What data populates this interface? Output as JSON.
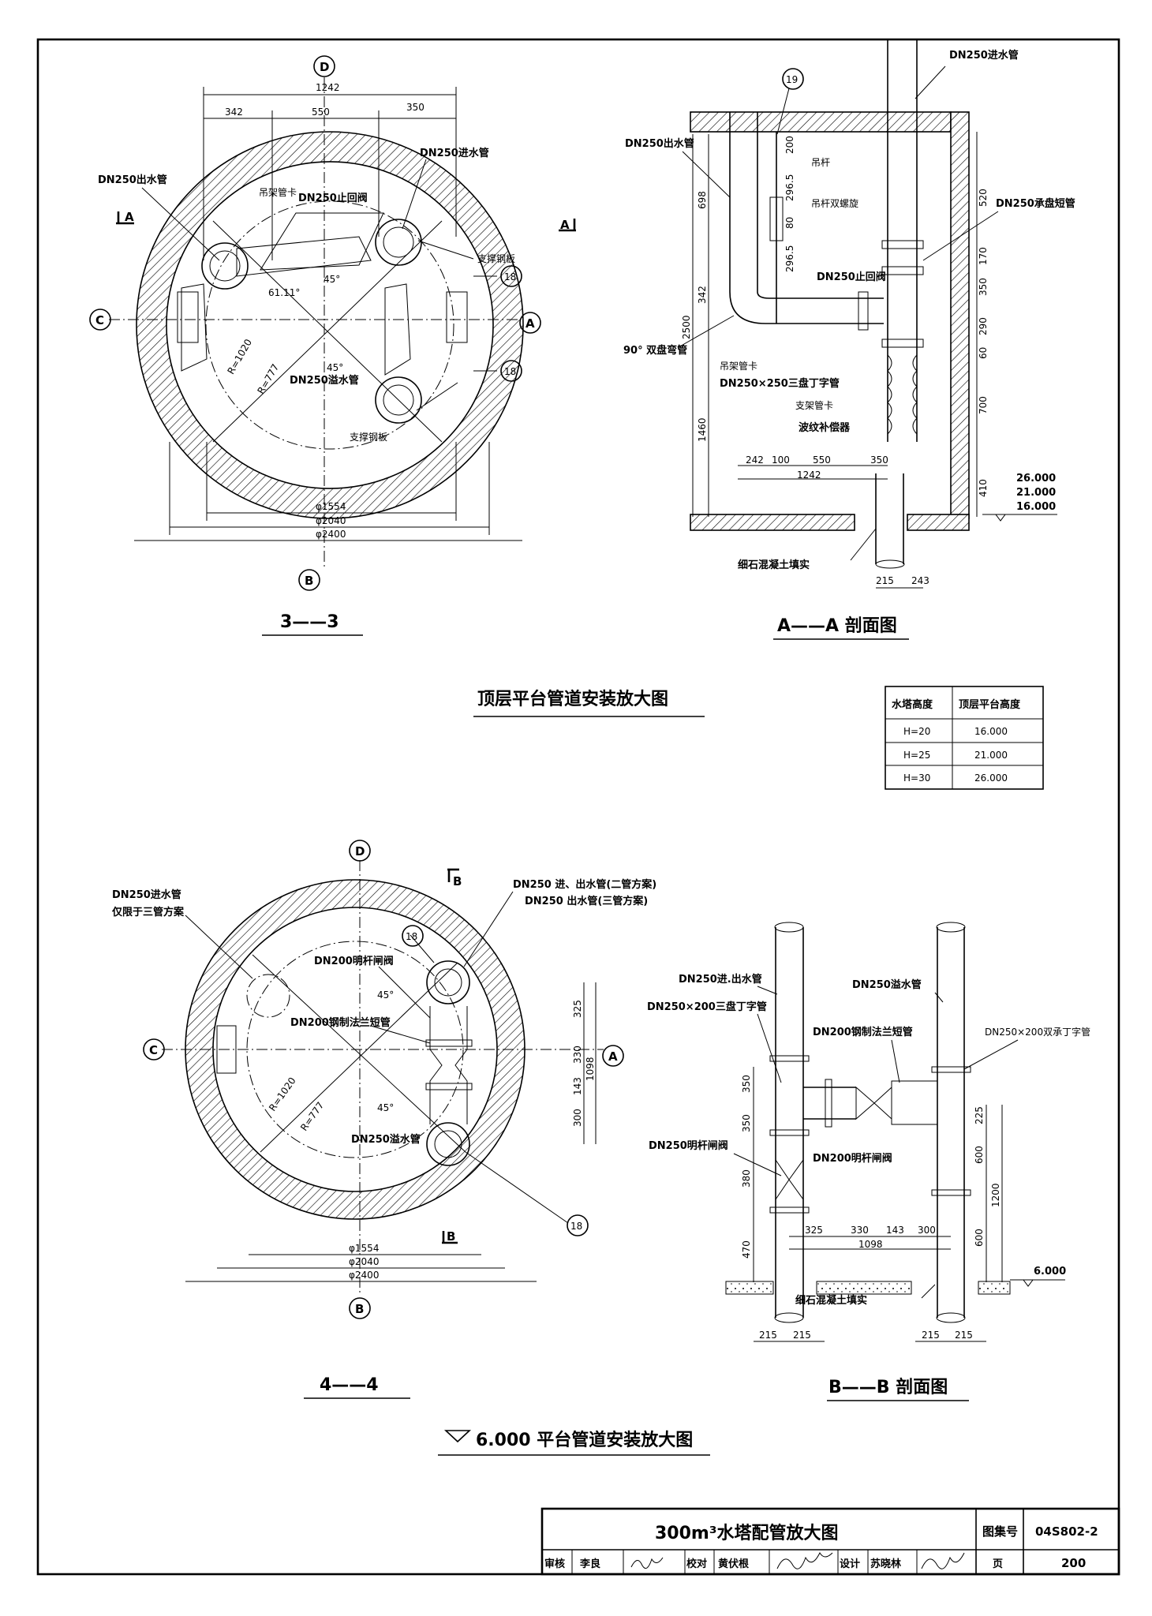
{
  "title_block": {
    "title": "300m³水塔配管放大图",
    "atlas_label": "图集号",
    "atlas_no": "04S802-2",
    "review_label": "审核",
    "reviewer": "李良",
    "check_label": "校对",
    "checker": "黄伏根",
    "design_label": "设计",
    "designer": "苏晓林",
    "page_label": "页",
    "page_no": "200"
  },
  "section_titles": {
    "top": "顶层平台管道安装放大图",
    "bottom": "6.000 平台管道安装放大图"
  },
  "view_33": {
    "label": "3——3",
    "axes": {
      "top": "D",
      "bottom": "B",
      "left": "C",
      "right": "A"
    },
    "section_mark": "A",
    "dims": {
      "d1242": "1242",
      "d342": "342",
      "d550": "550",
      "d350": "350",
      "phi1554": "φ1554",
      "phi2040": "φ2040",
      "phi2400": "φ2400",
      "r1020": "R=1020",
      "r777": "R=777",
      "ang61": "61.11°",
      "ang45a": "45°",
      "ang45b": "45°"
    },
    "notes": {
      "outlet": "DN250出水管",
      "inlet": "DN250进水管",
      "hanger_clamp": "吊架管卡",
      "check_valve": "DN250止回阀",
      "support_plate1": "支撑钢板",
      "overflow": "DN250溢水管",
      "support_plate2": "支撑钢板",
      "ref18a": "18",
      "ref18b": "18"
    }
  },
  "section_aa": {
    "label": "A——A 剖面图",
    "notes": {
      "ref19": "19",
      "inlet": "DN250进水管",
      "outlet": "DN250出水管",
      "hanger_rod": "吊杆",
      "turnbuckle": "吊杆双螺旋",
      "socket": "DN250承盘短管",
      "check_valve": "DN250止回阀",
      "elbow": "90° 双盘弯管",
      "hanger_clamp": "吊架管卡",
      "tee": "DN250×250三盘丁字管",
      "support_clamp": "支架管卡",
      "bellows": "波纹补偿器",
      "fill": "细石混凝土填实"
    },
    "dims": {
      "d200": "200",
      "d2965a": "296.5",
      "d80": "80",
      "d2965b": "296.5",
      "d698": "698",
      "d342": "342",
      "d2500": "2500",
      "d1460": "1460",
      "d520": "520",
      "d170": "170",
      "d350": "350",
      "d290": "290",
      "d60": "60",
      "d700": "700",
      "d410": "410",
      "d242": "242",
      "d100": "100",
      "d550": "550",
      "d350b": "350",
      "d1242": "1242",
      "d215": "215",
      "d243": "243"
    },
    "elevations": [
      "26.000",
      "21.000",
      "16.000"
    ]
  },
  "height_table": {
    "headers": [
      "水塔高度",
      "顶层平台高度"
    ],
    "rows": [
      [
        "H=20",
        "16.000"
      ],
      [
        "H=25",
        "21.000"
      ],
      [
        "H=30",
        "26.000"
      ]
    ]
  },
  "view_44": {
    "label": "4——4",
    "axes": {
      "top": "D",
      "bottom": "B",
      "left": "C",
      "right": "A"
    },
    "section_mark": "B",
    "notes": {
      "inlet": "DN250进水管",
      "inlet_sub": "仅限于三管方案",
      "io_two": "DN250 进、出水管(二管方案)",
      "out_three": "DN250 出水管(三管方案)",
      "gate_valve": "DN200明杆闸阀",
      "flange_pipe": "DN200钢制法兰短管",
      "overflow": "DN250溢水管",
      "ref18a": "18",
      "ref18b": "18"
    },
    "dims": {
      "d325": "325",
      "d330": "330",
      "d143": "143",
      "d300": "300",
      "d1098": "1098",
      "phi1554": "φ1554",
      "phi2040": "φ2040",
      "phi2400": "φ2400",
      "r1020": "R=1020",
      "r777": "R=777",
      "ang45a": "45°",
      "ang45b": "45°"
    }
  },
  "section_bb": {
    "label": "B——B 剖面图",
    "notes": {
      "io": "DN250进.出水管",
      "overflow": "DN250溢水管",
      "tee1": "DN250×200三盘丁字管",
      "flange_pipe": "DN200钢制法兰短管",
      "tee2": "DN250×200双承丁字管",
      "gate_left": "DN250明杆闸阀",
      "gate_right": "DN200明杆闸阀",
      "fill": "细石混凝土填实"
    },
    "dims": {
      "d350a": "350",
      "d350b": "350",
      "d380": "380",
      "d470": "470",
      "d225": "225",
      "d600a": "600",
      "d600b": "600",
      "d1200": "1200",
      "d325": "325",
      "d330": "330",
      "d143": "143",
      "d300": "300",
      "d1098": "1098",
      "d215a": "215",
      "d215b": "215",
      "d215c": "215",
      "d215d": "215"
    },
    "elevation": "6.000"
  }
}
